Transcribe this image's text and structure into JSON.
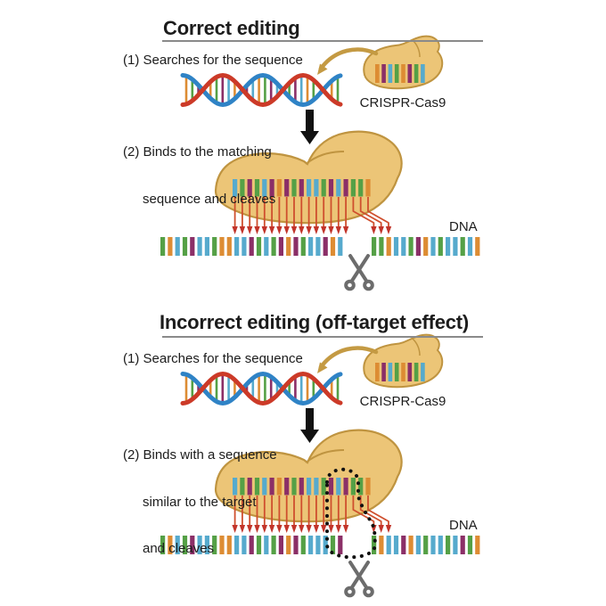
{
  "sections": {
    "correct": {
      "title": "Correct editing",
      "step1": "(1) Searches for the sequence",
      "step2_line1": "(2) Binds to the matching",
      "step2_line2": "sequence and cleaves",
      "crispr_label": "CRISPR-Cas9",
      "dna_label": "DNA"
    },
    "incorrect": {
      "title": "Incorrect editing (off-target effect)",
      "step1": "(1) Searches for the sequence",
      "step2_line1": "(2) Binds with a sequence",
      "step2_line2": "similar to the target",
      "step2_line3": "and cleaves",
      "crispr_label": "CRISPR-Cas9",
      "dna_label": "DNA"
    }
  },
  "palette": {
    "green": "#55a046",
    "orange": "#dd8c33",
    "blue": "#56aacd",
    "purple": "#8b2f67",
    "blob_fill": "#ecc577",
    "blob_stroke": "#bf9440",
    "tan_arrow": "#c49a43",
    "red_line": "#cf4f2e",
    "red_arrow": "#c2342a",
    "helix_blue": "#2f83c6",
    "helix_red": "#cc3a28",
    "scissors": "#6c6c6c",
    "black_arrow": "#111111",
    "dotted_outline": "#111111",
    "rule_gray": "#8a8a8a"
  },
  "sequences": {
    "guide": [
      "blue",
      "green",
      "purple",
      "green",
      "blue",
      "purple",
      "orange",
      "purple",
      "green",
      "purple",
      "blue",
      "blue",
      "green",
      "purple",
      "blue",
      "purple",
      "green",
      "green",
      "orange"
    ],
    "small_guide": [
      "orange",
      "purple",
      "blue",
      "green",
      "orange",
      "purple",
      "green",
      "blue"
    ],
    "top_dna_left": [
      "green",
      "orange",
      "blue",
      "green",
      "purple",
      "blue",
      "blue",
      "green",
      "orange",
      "orange",
      "blue",
      "blue",
      "purple",
      "green",
      "blue",
      "green",
      "purple",
      "orange",
      "purple",
      "green",
      "blue",
      "blue",
      "purple",
      "orange",
      "blue"
    ],
    "top_dna_right": [
      "green",
      "green",
      "orange",
      "blue",
      "blue",
      "green",
      "purple",
      "orange",
      "blue",
      "green",
      "blue",
      "blue",
      "green",
      "blue",
      "orange"
    ],
    "bottom_dna_left": [
      "green",
      "orange",
      "blue",
      "green",
      "purple",
      "blue",
      "blue",
      "green",
      "orange",
      "orange",
      "blue",
      "blue",
      "purple",
      "green",
      "blue",
      "green",
      "purple",
      "orange",
      "purple",
      "green",
      "blue",
      "blue",
      "blue",
      "green",
      "purple"
    ],
    "bottom_dna_right": [
      "green",
      "orange",
      "blue",
      "blue",
      "purple",
      "orange",
      "blue",
      "green",
      "blue",
      "blue",
      "green",
      "blue",
      "purple",
      "green",
      "orange"
    ]
  }
}
